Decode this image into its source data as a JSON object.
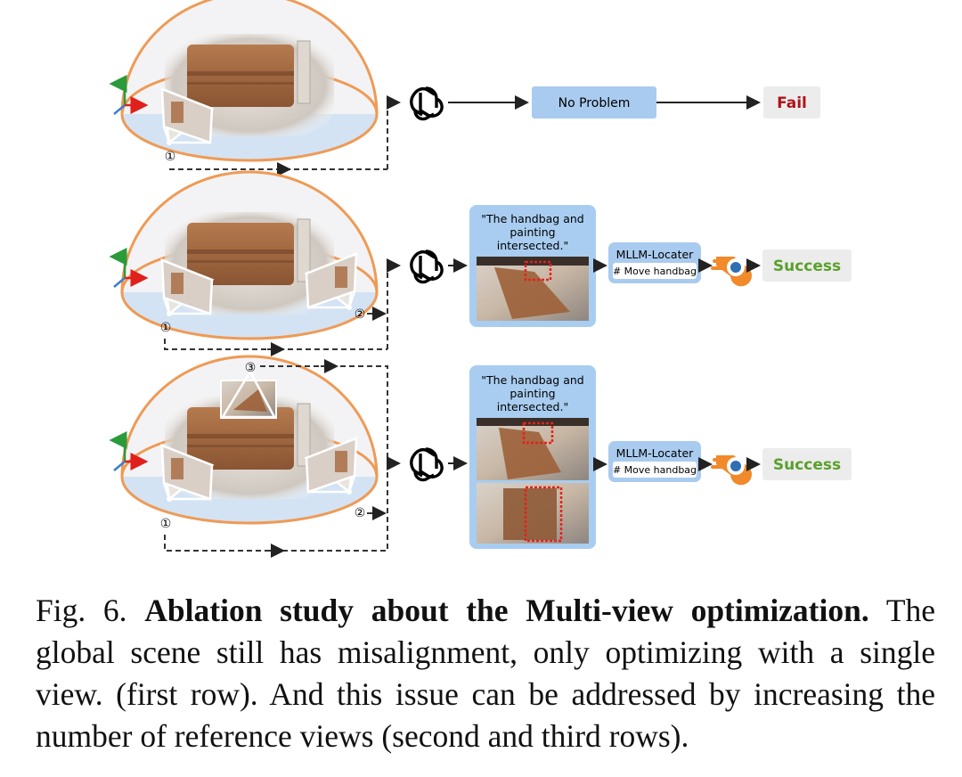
{
  "figure": {
    "rows": [
      {
        "view_labels": [
          "①"
        ],
        "result": "Fail",
        "output_box": "No Problem"
      },
      {
        "view_labels": [
          "①",
          "②"
        ],
        "result": "Success",
        "feedback_lines": [
          "\"The handbag and",
          "painting",
          "intersected.\""
        ],
        "locater_title": "MLLM-Locater",
        "locater_action": "# Move handbag"
      },
      {
        "view_labels": [
          "①",
          "②",
          "③"
        ],
        "result": "Success",
        "feedback_lines": [
          "\"The handbag and",
          "painting",
          "intersected.\""
        ],
        "locater_title": "MLLM-Locater",
        "locater_action": "# Move handbag"
      }
    ],
    "icons": [
      "chatgpt-logo-icon",
      "blender-logo-icon",
      "axis-gizmo-icon",
      "camera-frustum-icon"
    ],
    "colors": {
      "fail": "#b0121b",
      "success": "#5aa02c",
      "dome": "#f0a060",
      "panel": "#a8cdf0",
      "box": "#a9cbef"
    }
  },
  "caption": {
    "prefix": "Fig. 6.",
    "title": "Ablation study about the Multi-view optimization.",
    "body": "The global scene still has misalignment, only optimizing with a single view. (first row). And this issue can be addressed by increasing the number of reference views (second and third rows)."
  }
}
